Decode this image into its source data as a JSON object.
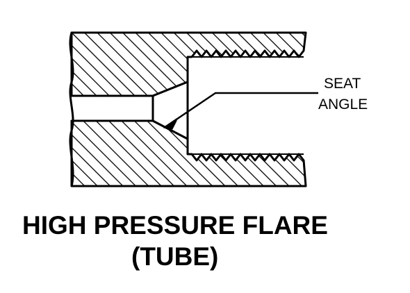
{
  "callout": {
    "line1": "SEAT",
    "line2": "ANGLE"
  },
  "caption": {
    "line1": "HIGH PRESSURE FLARE",
    "line2": "(TUBE)"
  },
  "colors": {
    "ink": "#000000",
    "paper": "#ffffff"
  }
}
